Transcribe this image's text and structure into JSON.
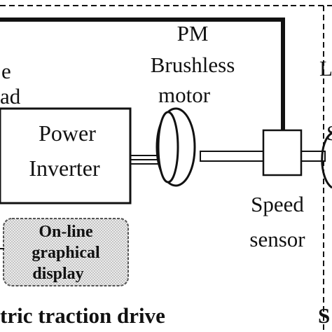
{
  "labels": {
    "motor_line1": "PM",
    "motor_line2": "Brushless",
    "motor_line3": "motor",
    "inverter_line1": "Power",
    "inverter_line2": "Inverter",
    "sensor_line1": "Speed",
    "sensor_line2": "sensor",
    "display_line1": "On-line",
    "display_line2": "graphical",
    "display_line3": "display",
    "cut_left_1": "e",
    "cut_left_2": "ad",
    "cut_right_top": "L",
    "cut_right_mid": "S",
    "footer_label": "tric traction drive",
    "footer_cut_right": "S"
  },
  "colors": {
    "ink": "#111111",
    "background": "#ffffff",
    "display_fill": "#e4e4e4"
  }
}
